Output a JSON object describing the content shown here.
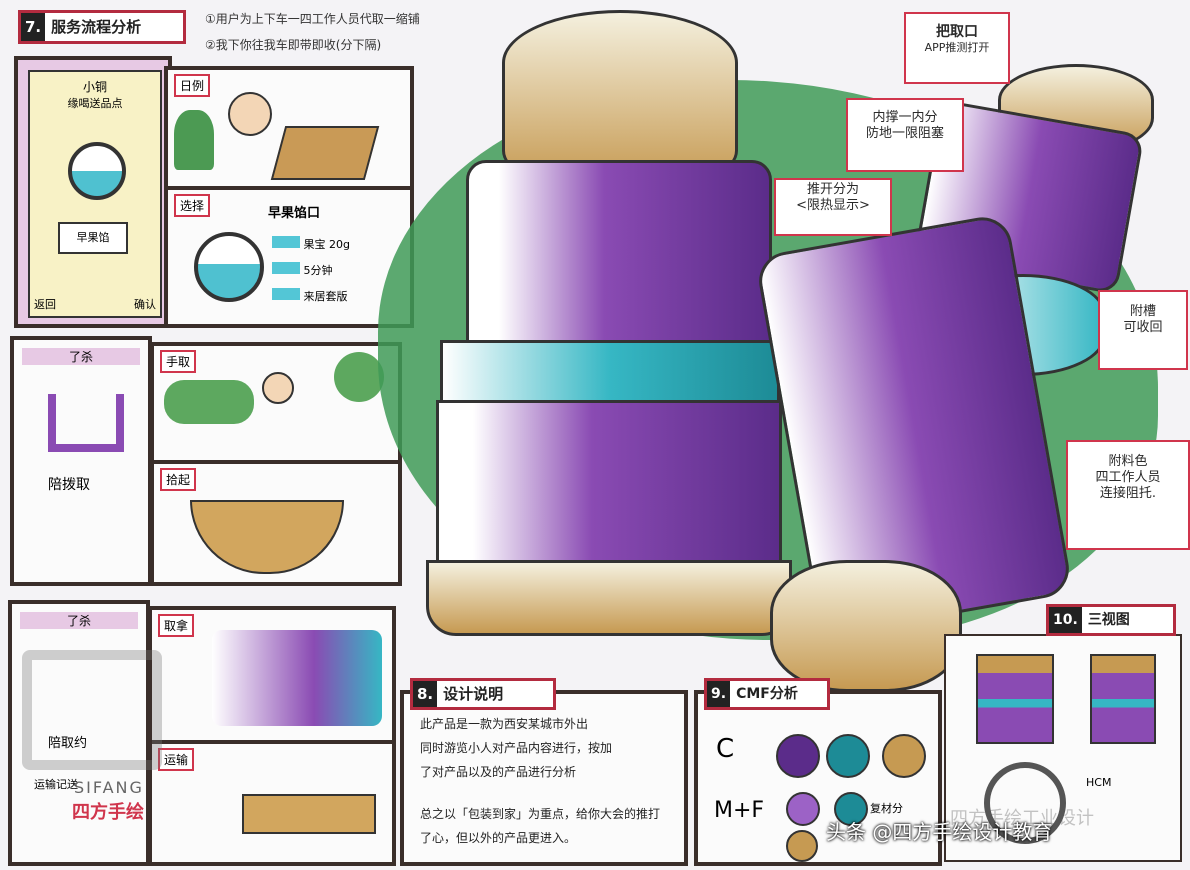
{
  "section7": {
    "number": "7.",
    "title": "服务流程分析",
    "notes": [
      "①用户为上下车一四工作人员代取一缩铺",
      "②我下你往我车即带即收(分下隔)"
    ],
    "phone1": {
      "title": "小铜",
      "subtitle": "缘喝送品点",
      "button": "早果馅",
      "left": "返回",
      "right": "确认"
    },
    "phone2": {
      "title": "了杀",
      "label": "陪拨取"
    },
    "phone3": {
      "title": "了杀",
      "label": "陪取约",
      "extra": "运输记送"
    },
    "panels": [
      "日例",
      "选择",
      "手取",
      "拾起",
      "取拿",
      "运输"
    ],
    "choice": {
      "title": "早果馅口",
      "options": [
        "果宝 20g",
        "5分钟",
        "来居套版"
      ]
    }
  },
  "annotations": {
    "grab_port": {
      "title": "把取口",
      "sub": "APP推测打开"
    },
    "lock": {
      "title": "内撑一内分",
      "sub": "防地一限阻塞"
    },
    "trans": {
      "title": "推开分为",
      "sub": "<限热显示>"
    },
    "seal": {
      "title": "附槽",
      "sub": "可收回"
    },
    "base": {
      "title": "附料色",
      "sub1": "四工作人员",
      "sub2": "连接阻托."
    }
  },
  "section8": {
    "number": "8.",
    "title": "设计说明",
    "lines": [
      "此产品是一款为西安某城市外出",
      "同时游览小人对产品内容进行，按加",
      "了对产品以及的产品进行分析",
      "总之以「包装到家」为重点，给你大会的推打",
      "了心，但以外的产品更进入。"
    ]
  },
  "section9": {
    "number": "9.",
    "title": "CMF分析",
    "c_label": "C",
    "mf_label": "M+F",
    "mf_note": "复材分"
  },
  "section10": {
    "number": "10.",
    "title": "三视图",
    "note": "HCM"
  },
  "watermark": {
    "brand": "SIFANG",
    "brand_cn": "四方手绘",
    "footer": "头条 @四方手绘设计教育",
    "ghost": "四方手绘工业设计"
  },
  "colors": {
    "purple": "#8a4bb3",
    "teal": "#36b7c4",
    "wood": "#c69a52",
    "green": "#3f9a57",
    "red": "#c9324a"
  }
}
